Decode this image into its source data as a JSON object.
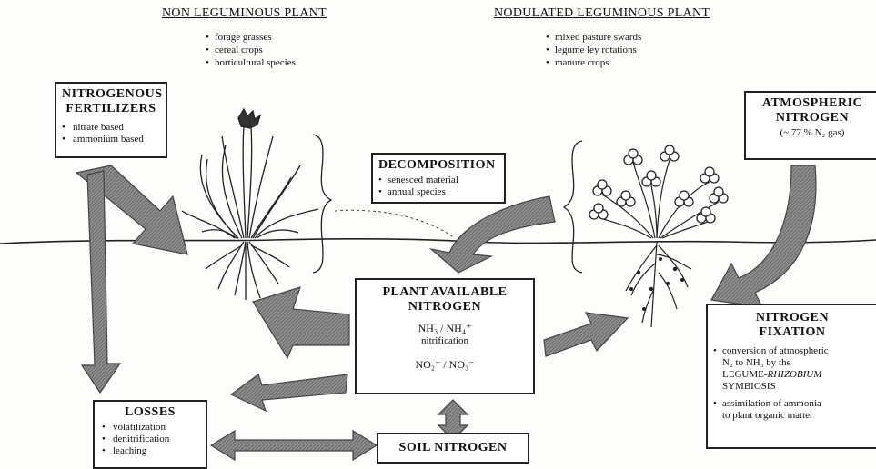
{
  "non_leguminous": {
    "heading": "NON LEGUMINOUS PLANT",
    "items": [
      "forage grasses",
      "cereal crops",
      "horticultural species"
    ]
  },
  "nodulated": {
    "heading": "NODULATED LEGUMINOUS PLANT",
    "items": [
      "mixed pasture swards",
      "legume ley rotations",
      "manure crops"
    ]
  },
  "fertilizers": {
    "title_line1": "NITROGENOUS",
    "title_line2": "FERTILIZERS",
    "items": [
      "nitrate based",
      "ammonium based"
    ]
  },
  "decomposition": {
    "title": "DECOMPOSITION",
    "items": [
      "senesced material",
      "annual species"
    ]
  },
  "atmospheric": {
    "title_line1": "ATMOSPHERIC",
    "title_line2": "NITROGEN",
    "note": "(~ 77 % N₂ gas)"
  },
  "plant_available": {
    "title_line1": "PLANT AVAILABLE",
    "title_line2": "NITROGEN",
    "formula_top": "NH₃ / NH₄⁺",
    "process": "nitrification",
    "formula_bottom": "NO₂⁻ / NO₃⁻"
  },
  "fixation": {
    "title_line1": "NITROGEN",
    "title_line2": "FIXATION",
    "item1_l1": "conversion of atmospheric",
    "item1_l2": "N₂ to NH₃ by the",
    "item1_l3a": "LEGUME-",
    "item1_l3b": "RHIZOBIUM",
    "item1_l4": "SYMBIOSIS",
    "item2_l1": "assimilation of ammonia",
    "item2_l2": "to plant organic matter"
  },
  "losses": {
    "title": "LOSSES",
    "items": [
      "volatilization",
      "denitrification",
      "leaching"
    ]
  },
  "soil": {
    "title": "SOIL NITROGEN"
  },
  "colors": {
    "arrow_fill": "#8a8a8a",
    "arrow_stroke": "#444444",
    "line": "#222222"
  }
}
